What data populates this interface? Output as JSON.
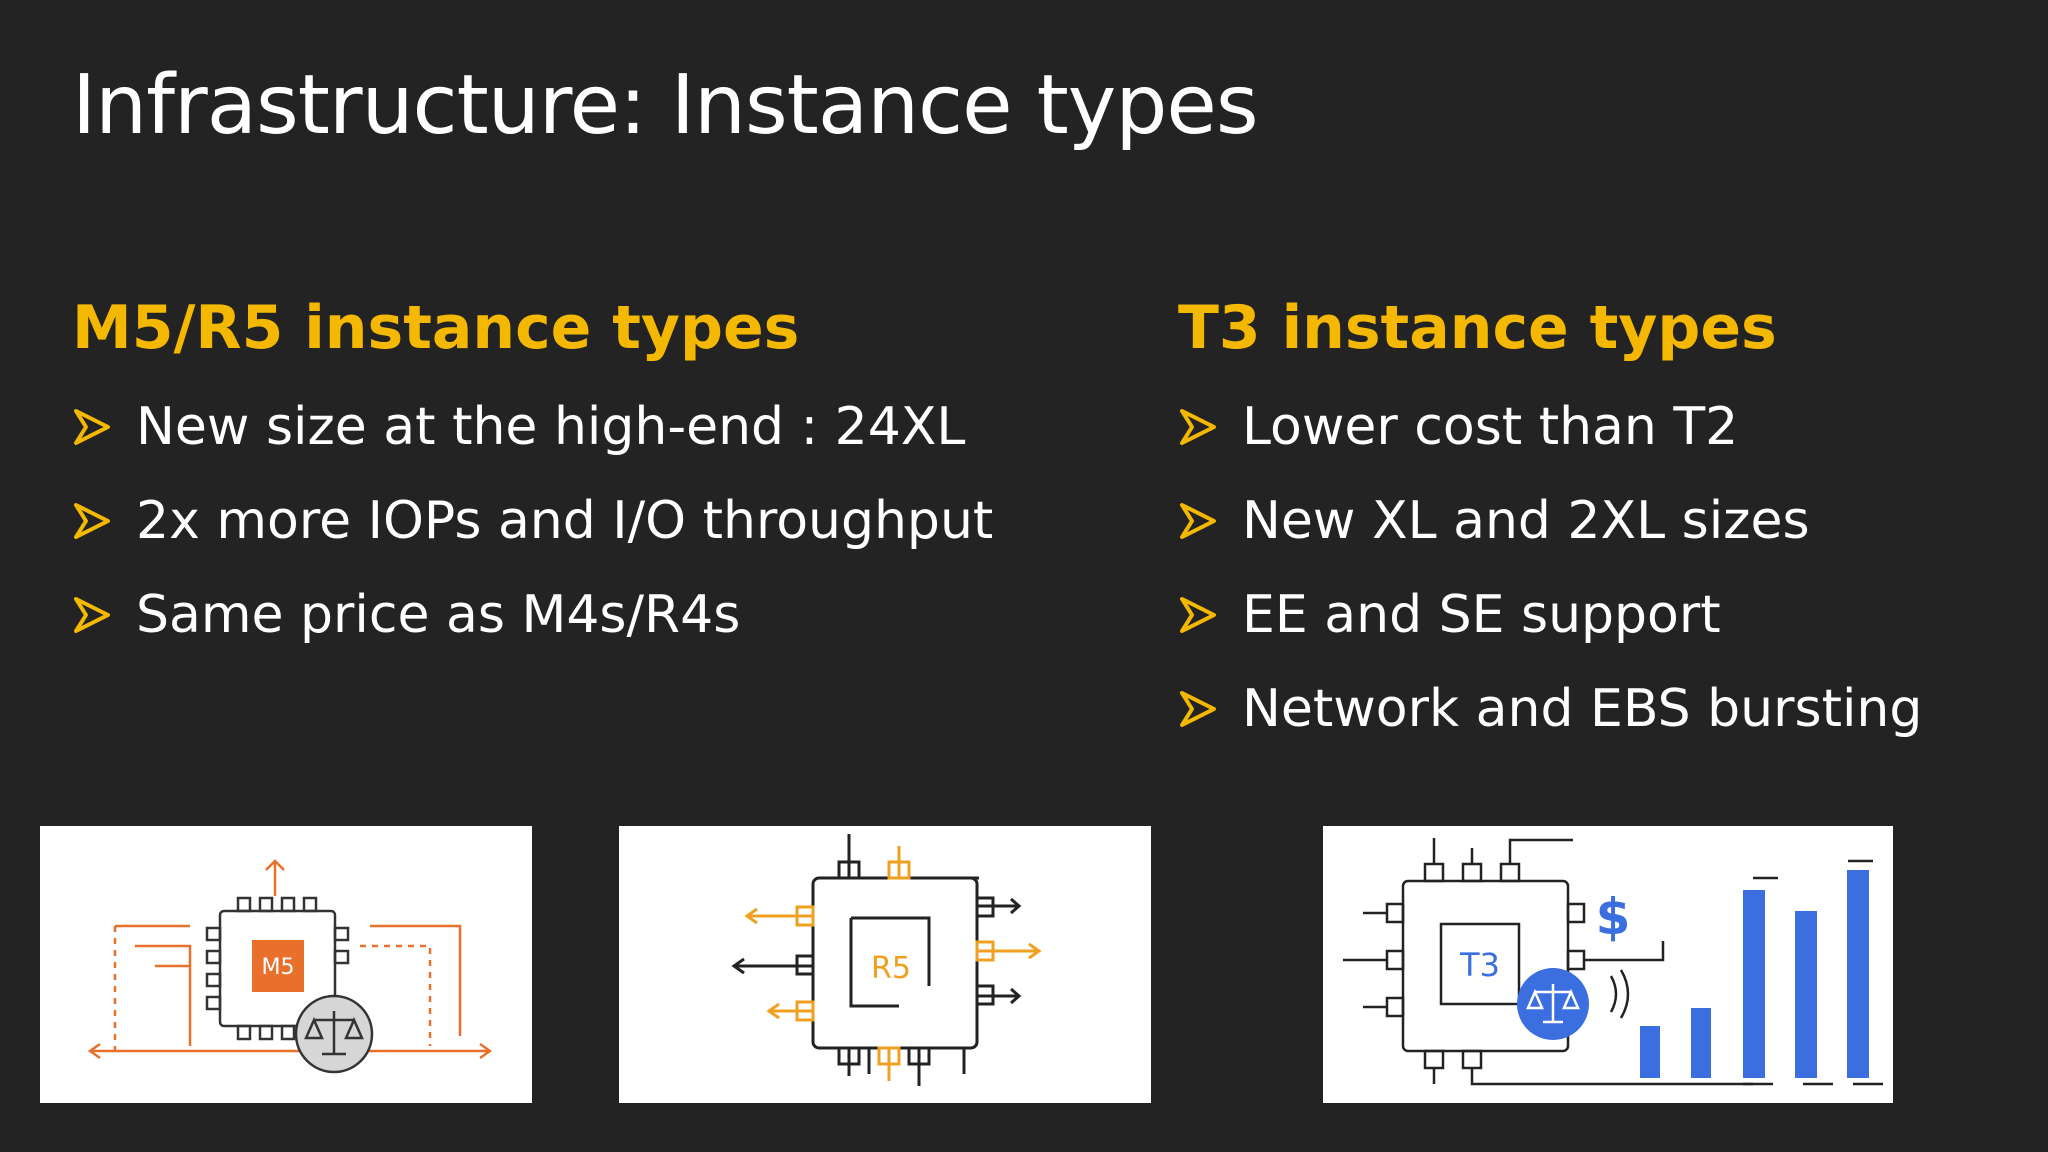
{
  "slide": {
    "title": "Infrastructure: Instance types"
  },
  "left_column": {
    "heading": "M5/R5 instance types",
    "bullets": [
      "New size at the high-end : 24XL",
      "2x more IOPs and I/O throughput",
      "Same price as M4s/R4s"
    ]
  },
  "right_column": {
    "heading": "T3 instance types",
    "bullets": [
      "Lower cost than T2",
      "New XL and 2XL sizes",
      "EE and SE support",
      "Network and EBS bursting"
    ]
  },
  "cards": {
    "m5": {
      "chip_label": "M5",
      "icon": "m5-chip-icon"
    },
    "r5": {
      "chip_label": "R5",
      "icon": "r5-chip-icon"
    },
    "t3": {
      "chip_label": "T3",
      "currency_symbol": "$",
      "icon": "t3-chip-icon"
    }
  },
  "colors": {
    "background": "#232323",
    "accent": "#f5b800",
    "text": "#ffffff",
    "m5_orange": "#e8702a",
    "r5_gold": "#f0a020",
    "t3_blue": "#3b6fe0"
  }
}
